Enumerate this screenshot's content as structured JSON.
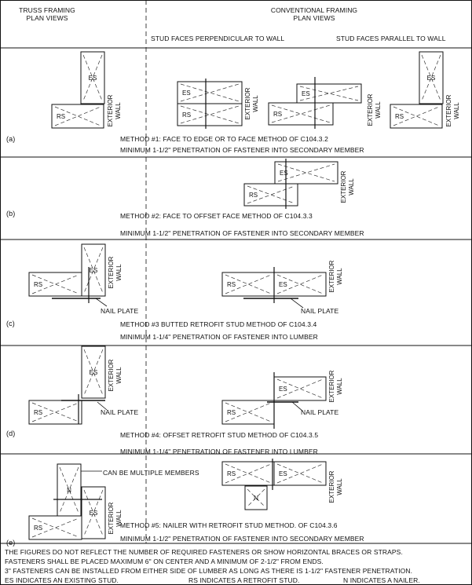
{
  "header": {
    "truss_title_line1": "TRUSS FRAMING",
    "truss_title_line2": "PLAN VIEWS",
    "conv_title_line1": "CONVENTIONAL FRAMING",
    "conv_title_line2": "PLAN VIEWS",
    "perpendicular": "STUD FACES PERPENDICULAR TO WALL",
    "parallel": "STUD FACES PARALLEL TO WALL"
  },
  "labels": {
    "es": "ES",
    "rs": "RS",
    "n": "N",
    "exterior": "EXTERIOR",
    "wall": "WALL",
    "nail_plate": "NAIL PLATE",
    "multiple": "CAN BE MULTIPLE MEMBERS"
  },
  "panels": [
    {
      "letter": "(a)",
      "method": "METHOD #1: FACE TO EDGE OR TO FACE METHOD OF C104.3.2",
      "minimum": "MINIMUM 1-1/2\" PENETRATION OF FASTENER INTO SECONDARY MEMBER"
    },
    {
      "letter": "(b)",
      "method": "METHOD #2: FACE TO OFFSET FACE METHOD OF C104.3.3",
      "minimum": "MINIMUM 1-1/2\" PENETRATION OF FASTENER INTO SECONDARY MEMBER"
    },
    {
      "letter": "(c)",
      "method": "METHOD #3 BUTTED RETROFIT STUD METHOD OF C104.3.4",
      "minimum": "MINIMUM 1-1/4\" PENETRATION OF FASTENER INTO LUMBER"
    },
    {
      "letter": "(d)",
      "method": "METHOD #4: OFFSET RETROFIT STUD METHOD OF C104.3.5",
      "minimum": "MINIMUM 1-1/4\" PENETRATION OF FASTENER INTO LUMBER"
    },
    {
      "letter": "(e)",
      "method": "METHOD #5: NAILER WITH RETROFIT STUD METHOD. OF C104.3.6",
      "minimum": "MINIMUM 1-1/2\" PENETRATION OF FASTENER INTO SECONDARY MEMBER"
    }
  ],
  "notes": {
    "line1": "THE FIGURES DO NOT REFLECT THE NUMBER OF REQUIRED FASTENERS OR SHOW HORIZONTAL BRACES OR STRAPS.",
    "line2": "FASTENERS SHALL BE PLACED MAXIMUM 6\" ON CENTER AND A MINIMUM OF 2-1/2\" FROM ENDS.",
    "line3": "3\" FASTENERS CAN BE INSTALLED FROM EITHER SIDE OF LUMBER AS LONG AS THERE IS 1-1/2\" FASTENER PENETRATION.",
    "es_note": "ES INDICATES  AN EXISTING STUD.",
    "rs_note": "RS INDICATES A RETROFIT STUD.",
    "n_note": "N INDICATES A NAILER."
  }
}
